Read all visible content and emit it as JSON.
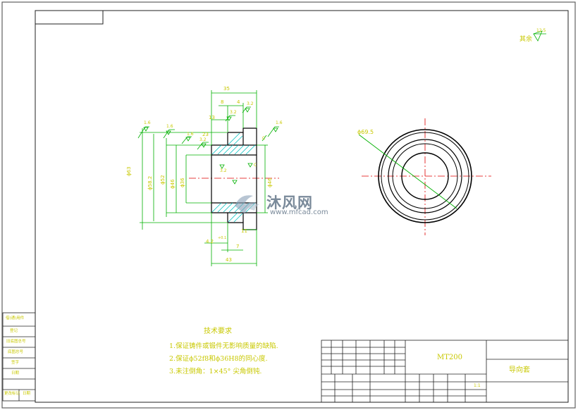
{
  "drawing": {
    "dims": {
      "d35": "35",
      "d8": "8",
      "d4": "4",
      "d13": "13",
      "d43": "43",
      "d7": "7",
      "d11": "11",
      "d4_2": "4.2",
      "d23": "23",
      "phi63": "ϕ63",
      "phi58": "ϕ58.2",
      "phi52": "ϕ52",
      "phi46": "ϕ46",
      "phi36": "ϕ36",
      "phi46b": "ϕ46",
      "phi69": "ϕ69.5",
      "r1": "1.6",
      "r2": "1.6",
      "r3": "1.6",
      "r4": "3.2",
      "r5": "1.6",
      "r6": "3.2",
      "r7": "3.2",
      "r8": "3.2",
      "c1": "C",
      "c2": "C",
      "tol": "+0.1",
      "rest_label": "其余",
      "rest_value": "12.5"
    },
    "notes": {
      "title": "技术要求",
      "line1": "1.保证铸件或锻件无影响质量的缺陷.",
      "line2": "2.保证ϕ52f8和ϕ36H8的同心度.",
      "line3": "3.未注倒角：1×45° 尖角倒钝."
    },
    "title_block": {
      "model": "MT200",
      "part_name": "导向套",
      "scale": "1:1"
    },
    "left_block": {
      "labels": [
        "借(通)用件",
        "登记",
        "旧底图总号",
        "底图总号",
        "签字",
        "日期",
        "更改标记",
        "日期"
      ]
    },
    "watermark": {
      "brand": "沐风网",
      "url": "www.mfcad.com"
    },
    "colors": {
      "line": "#000000",
      "dimension": "#00b000",
      "center": "#e00000",
      "hatch": "#00c0c0",
      "text": "#c8c800",
      "frame": "#303030"
    }
  }
}
